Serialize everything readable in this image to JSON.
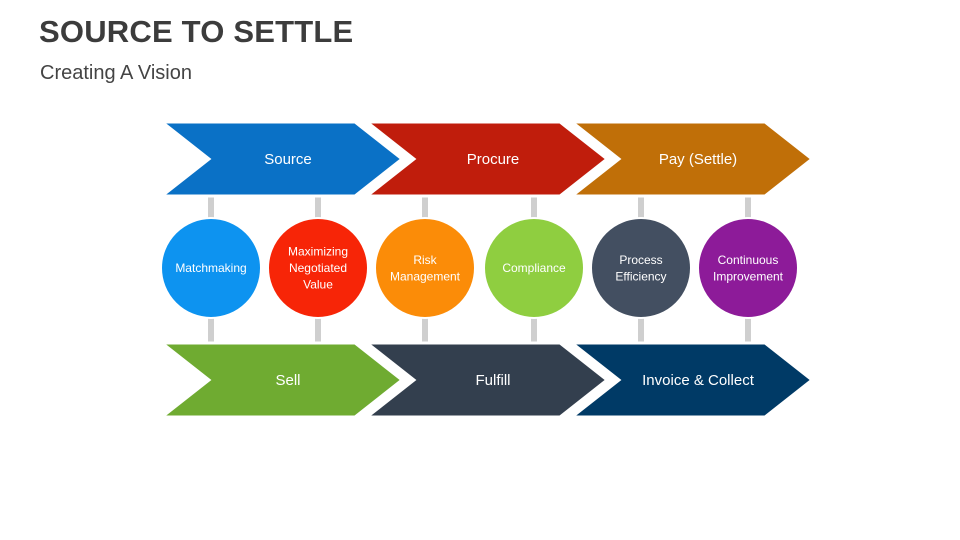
{
  "header": {
    "title": "SOURCE TO SETTLE",
    "subtitle": "Creating A Vision"
  },
  "top_chevrons": [
    {
      "label": "Source",
      "color": "#0a71c6"
    },
    {
      "label": "Procure",
      "color": "#c01d0c"
    },
    {
      "label": "Pay (Settle)",
      "color": "#c06f08"
    }
  ],
  "circles": [
    {
      "lines": [
        "Matchmaking"
      ],
      "color": "#0d93f0"
    },
    {
      "lines": [
        "Maximizing",
        "Negotiated",
        "Value"
      ],
      "color": "#f72507"
    },
    {
      "lines": [
        "Risk",
        "Management"
      ],
      "color": "#fb8c08"
    },
    {
      "lines": [
        "Compliance"
      ],
      "color": "#8fce40"
    },
    {
      "lines": [
        "Process",
        "Efficiency"
      ],
      "color": "#434f61"
    },
    {
      "lines": [
        "Continuous",
        "Improvement"
      ],
      "color": "#8d1b99"
    }
  ],
  "bottom_chevrons": [
    {
      "label": "Sell",
      "color": "#6fab31"
    },
    {
      "label": "Fulfill",
      "color": "#333f4e"
    },
    {
      "label": "Invoice & Collect",
      "color": "#003a66"
    }
  ],
  "connector_color": "#cfcfcf"
}
